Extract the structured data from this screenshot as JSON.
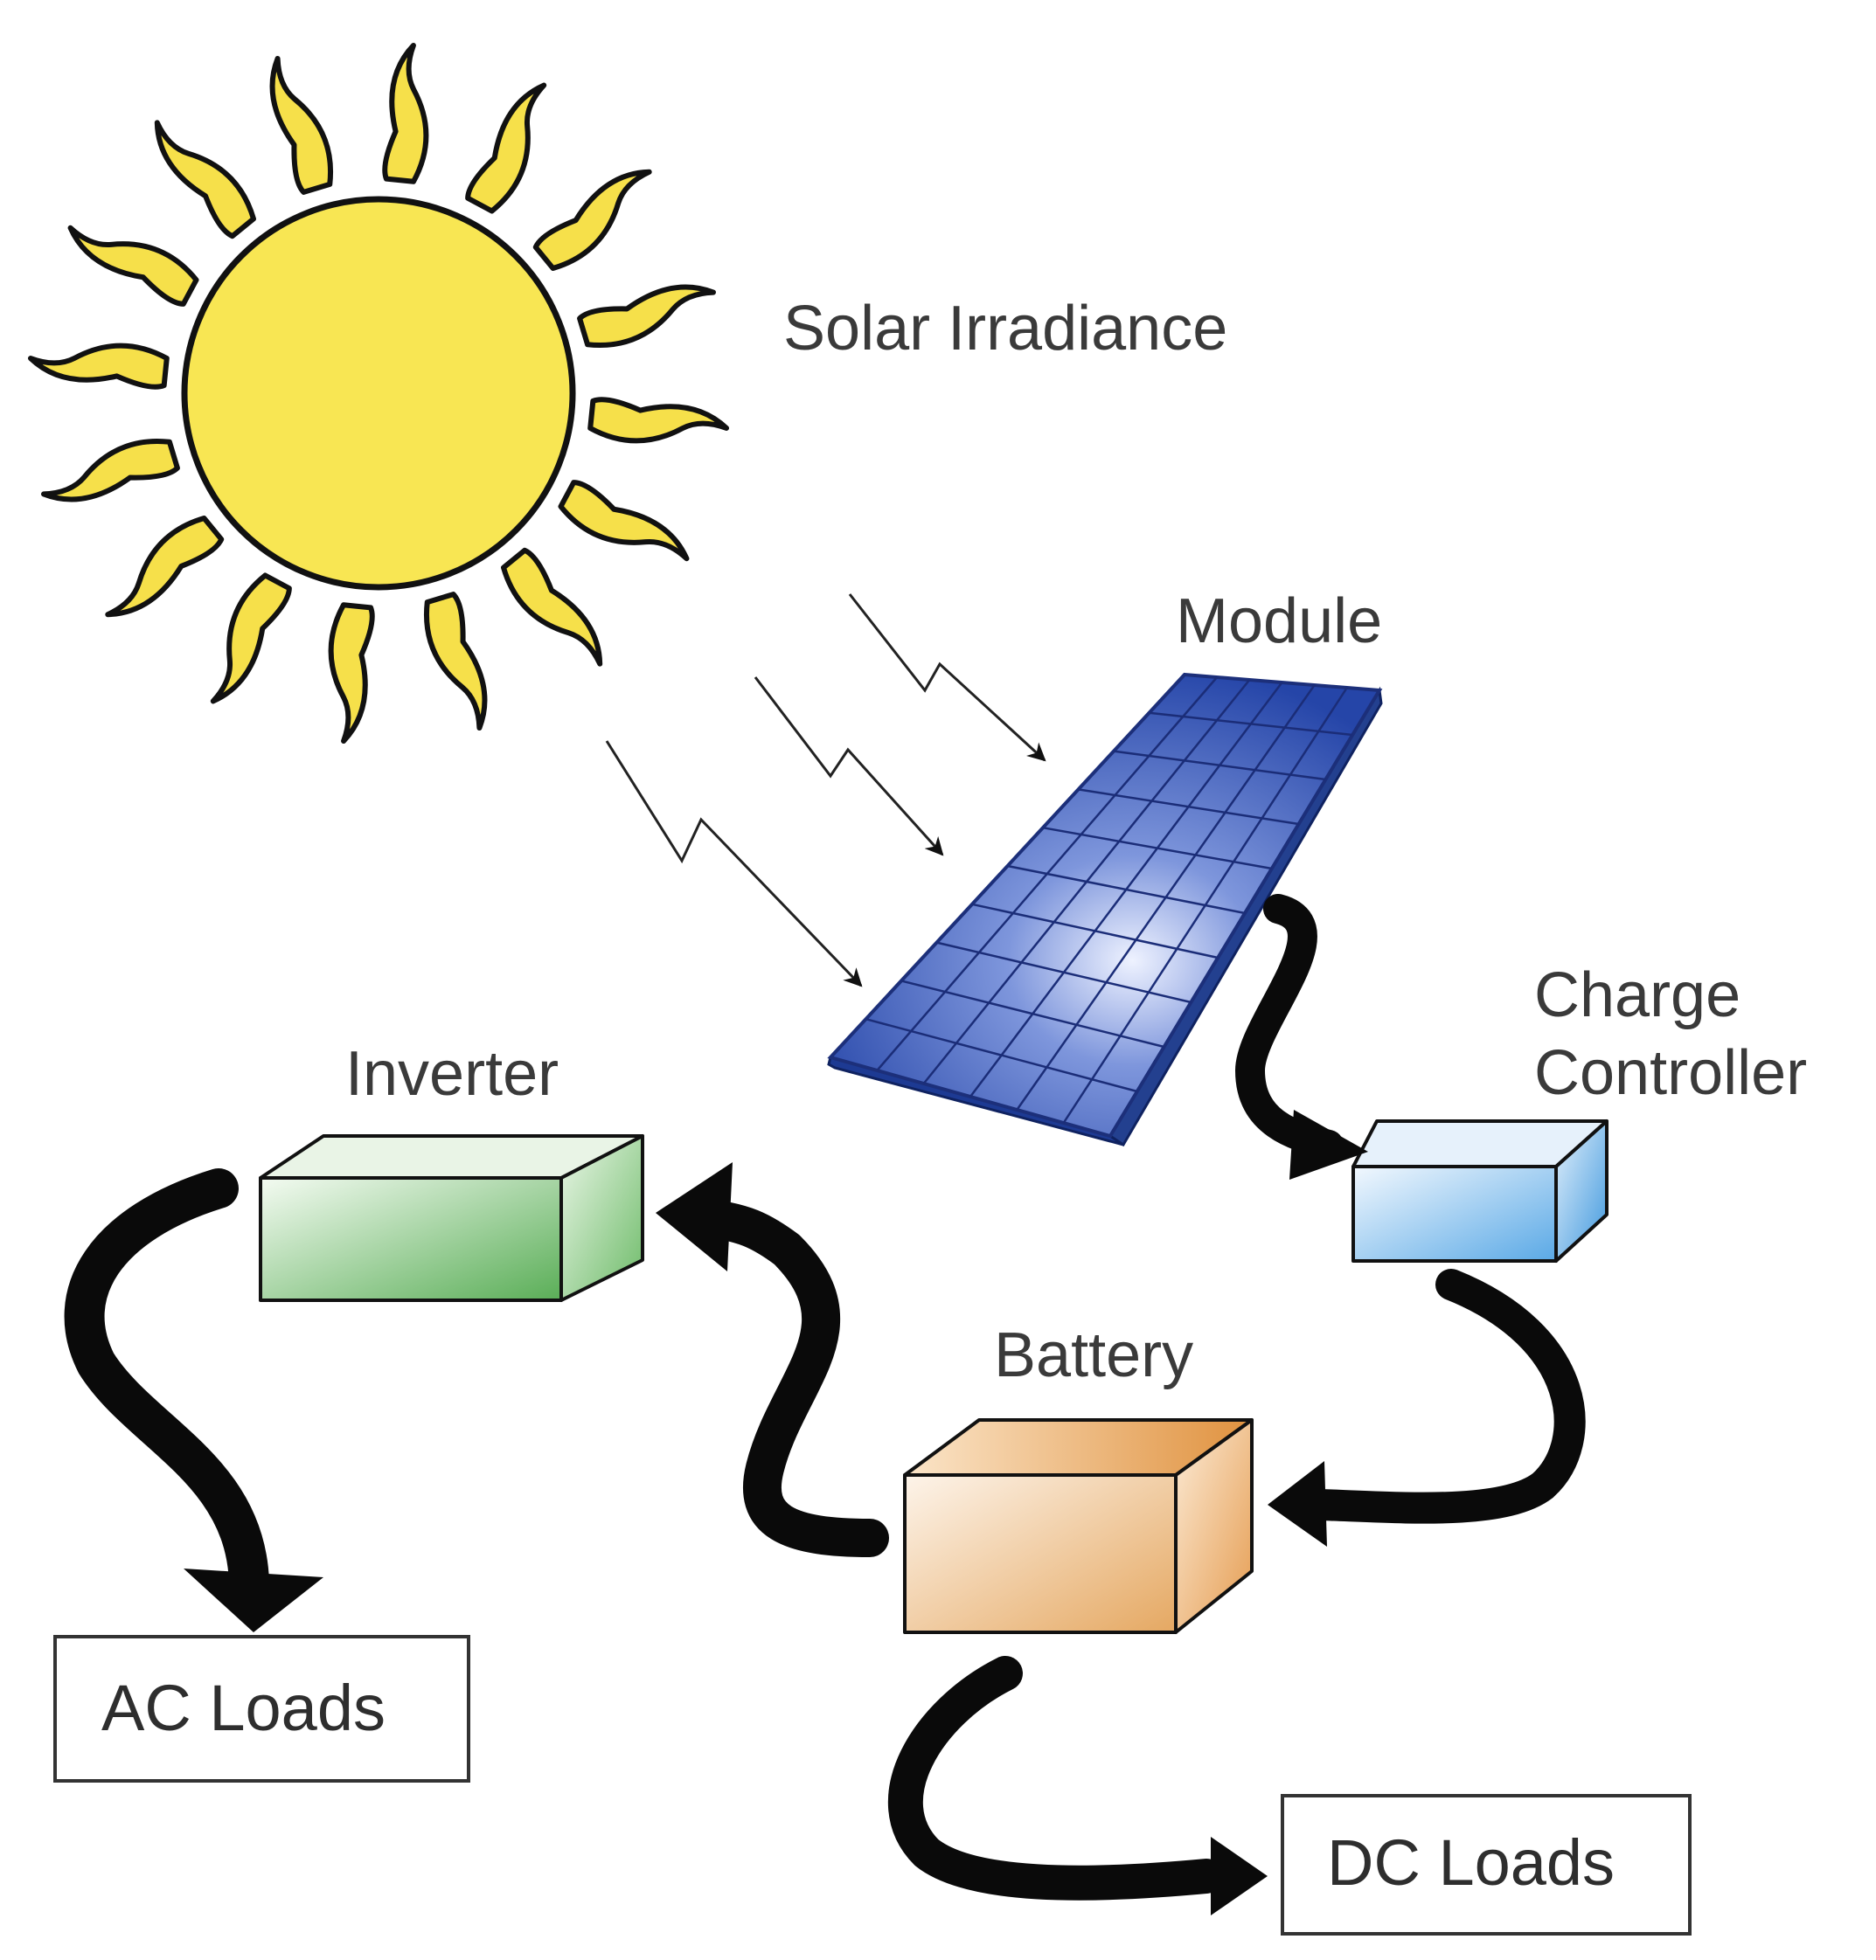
{
  "labels": {
    "solar_irradiance": "Solar Irradiance",
    "module": "Module",
    "charge_controller_line1": "Charge",
    "charge_controller_line2": "Controller",
    "inverter": "Inverter",
    "battery": "Battery",
    "ac_loads": "AC Loads",
    "dc_loads": "DC Loads"
  },
  "colors": {
    "sun_fill": "#f8e653",
    "ray_fill": "#f6e04a",
    "outline": "#111111",
    "panel_blue": "#2f4fb3",
    "panel_highlight": "#e6ecff",
    "inverter_green": "#5bb55a",
    "controller_blue": "#55a8e6",
    "battery_orange": "#e3a055",
    "arrow": "#0a0a0a"
  }
}
